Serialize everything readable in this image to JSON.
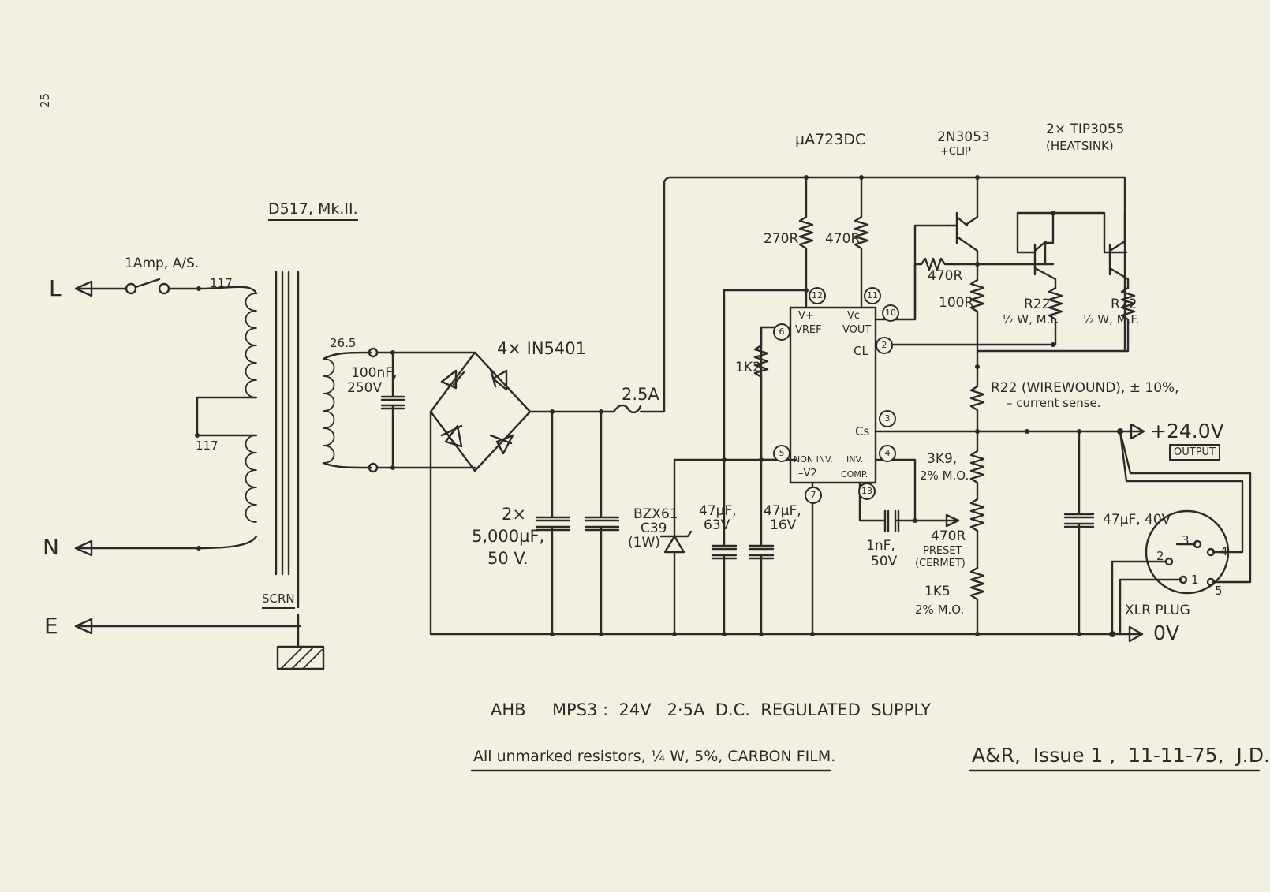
{
  "page_number": "25",
  "drawing_ref": "D517, Mk.II.",
  "fuse_main": "1Amp, A/S.",
  "terminals": {
    "live": "L",
    "neutral": "N",
    "earth": "E"
  },
  "primary_tap_top": "117",
  "primary_tap_bottom": "117",
  "screen_label": "SCRN",
  "secondary_voltage": "26.5",
  "snubber_cap": [
    "100nF,",
    "250V"
  ],
  "bridge_label": "4× IN5401",
  "reservoir_caps": [
    "2×",
    "5,000µF,",
    "50 V."
  ],
  "fuse_dc": "2.5A",
  "zener": [
    "BZX61",
    "C39",
    "(1W)"
  ],
  "cap_63v": [
    "47µF,",
    "63V"
  ],
  "cap_16v": [
    "47µF,",
    "16V"
  ],
  "regulator_ic": "µA723DC",
  "driver_transistor": [
    "2N3053",
    "+CLIP"
  ],
  "pass_transistors": [
    "2× TIP3055",
    "(HEATSINK)"
  ],
  "res_270r": "270R",
  "res_470r_top": "470R",
  "res_470r_base": "470R",
  "res_100r": "100R",
  "res_1k2": "1K2",
  "emitter_r1": [
    "R22",
    "½ W, M.F."
  ],
  "emitter_r2": [
    "R22",
    "½ W, M.F."
  ],
  "current_sense": [
    "R22 (WIREWOUND), ± 10%,",
    "– current sense."
  ],
  "res_3k9": [
    "3K9,",
    "2% M.O."
  ],
  "preset": [
    "470R",
    "PRESET",
    "(CERMET)"
  ],
  "res_1k5": [
    "1K5",
    "2% M.O."
  ],
  "comp_cap": [
    "1nF,",
    "50V"
  ],
  "output_cap": "47µF, 40V",
  "output_voltage": "+24.0V",
  "output_tag": "OUTPUT",
  "zero_volt": "0V",
  "xlr_label": "XLR PLUG",
  "xlr_pins": [
    "3",
    "4",
    "2",
    "1",
    "5"
  ],
  "ic_pins": {
    "p12": "12",
    "p11": "11",
    "p10": "10",
    "p6": "6",
    "p2": "2",
    "p3": "3",
    "p5": "5",
    "p4": "4",
    "p7": "7",
    "p13": "13",
    "v_plus": "V+",
    "vc": "Vc",
    "vref": "VREF",
    "vout": "VOUT",
    "cl": "CL",
    "cs": "Cs",
    "non_inv": "NON INV.",
    "minus_v": "–V2",
    "inv": "INV.",
    "comp": "COMP."
  },
  "title": "AHB     MPS3 :  24V   2·5A  D.C.  REGULATED  SUPPLY",
  "note": "All unmarked resistors, ¼ W, 5%, CARBON FILM.",
  "issue": "A&R,  Issue 1 ,  11-11-75,  J.D."
}
